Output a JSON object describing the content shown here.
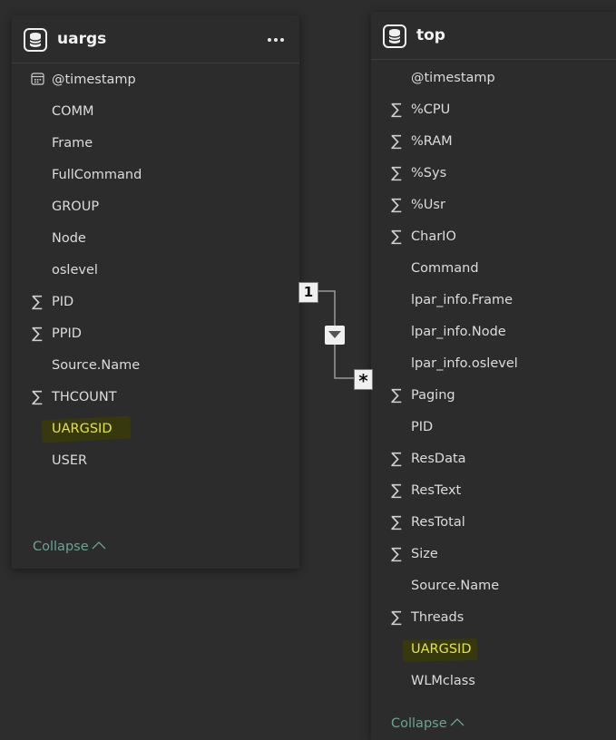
{
  "tables": {
    "uargs": {
      "title": "uargs",
      "fields": [
        {
          "name": "@timestamp",
          "icon": "calendar-icon"
        },
        {
          "name": "COMM",
          "icon": ""
        },
        {
          "name": "Frame",
          "icon": ""
        },
        {
          "name": "FullCommand",
          "icon": ""
        },
        {
          "name": "GROUP",
          "icon": ""
        },
        {
          "name": "Node",
          "icon": ""
        },
        {
          "name": "oslevel",
          "icon": ""
        },
        {
          "name": "PID",
          "icon": "sigma-icon"
        },
        {
          "name": "PPID",
          "icon": "sigma-icon"
        },
        {
          "name": "Source.Name",
          "icon": ""
        },
        {
          "name": "THCOUNT",
          "icon": "sigma-icon"
        },
        {
          "name": "UARGSID",
          "icon": "",
          "highlighted": true
        },
        {
          "name": "USER",
          "icon": ""
        }
      ],
      "collapse_label": "Collapse"
    },
    "top": {
      "title": "top",
      "fields": [
        {
          "name": "@timestamp",
          "icon": ""
        },
        {
          "name": "%CPU",
          "icon": "sigma-icon"
        },
        {
          "name": "%RAM",
          "icon": "sigma-icon"
        },
        {
          "name": "%Sys",
          "icon": "sigma-icon"
        },
        {
          "name": "%Usr",
          "icon": "sigma-icon"
        },
        {
          "name": "CharIO",
          "icon": "sigma-icon"
        },
        {
          "name": "Command",
          "icon": ""
        },
        {
          "name": "lpar_info.Frame",
          "icon": ""
        },
        {
          "name": "lpar_info.Node",
          "icon": ""
        },
        {
          "name": "lpar_info.oslevel",
          "icon": ""
        },
        {
          "name": "Paging",
          "icon": "sigma-icon"
        },
        {
          "name": "PID",
          "icon": ""
        },
        {
          "name": "ResData",
          "icon": "sigma-icon"
        },
        {
          "name": "ResText",
          "icon": "sigma-icon"
        },
        {
          "name": "ResTotal",
          "icon": "sigma-icon"
        },
        {
          "name": "Size",
          "icon": "sigma-icon"
        },
        {
          "name": "Source.Name",
          "icon": ""
        },
        {
          "name": "Threads",
          "icon": "sigma-icon"
        },
        {
          "name": "UARGSID",
          "icon": "",
          "highlighted": true
        },
        {
          "name": "WLMclass",
          "icon": ""
        }
      ],
      "collapse_label": "Collapse"
    }
  },
  "relationship": {
    "from_cardinality": "1",
    "to_cardinality": "*",
    "cross_filter": "single-direction"
  },
  "colors": {
    "canvas": "#2d2d2d",
    "card": "#2c2c2c",
    "text": "#dcdcdc",
    "collapse": "#6ba394",
    "highlight_text": "#e3e24c",
    "highlight_bg": "#38380e"
  }
}
